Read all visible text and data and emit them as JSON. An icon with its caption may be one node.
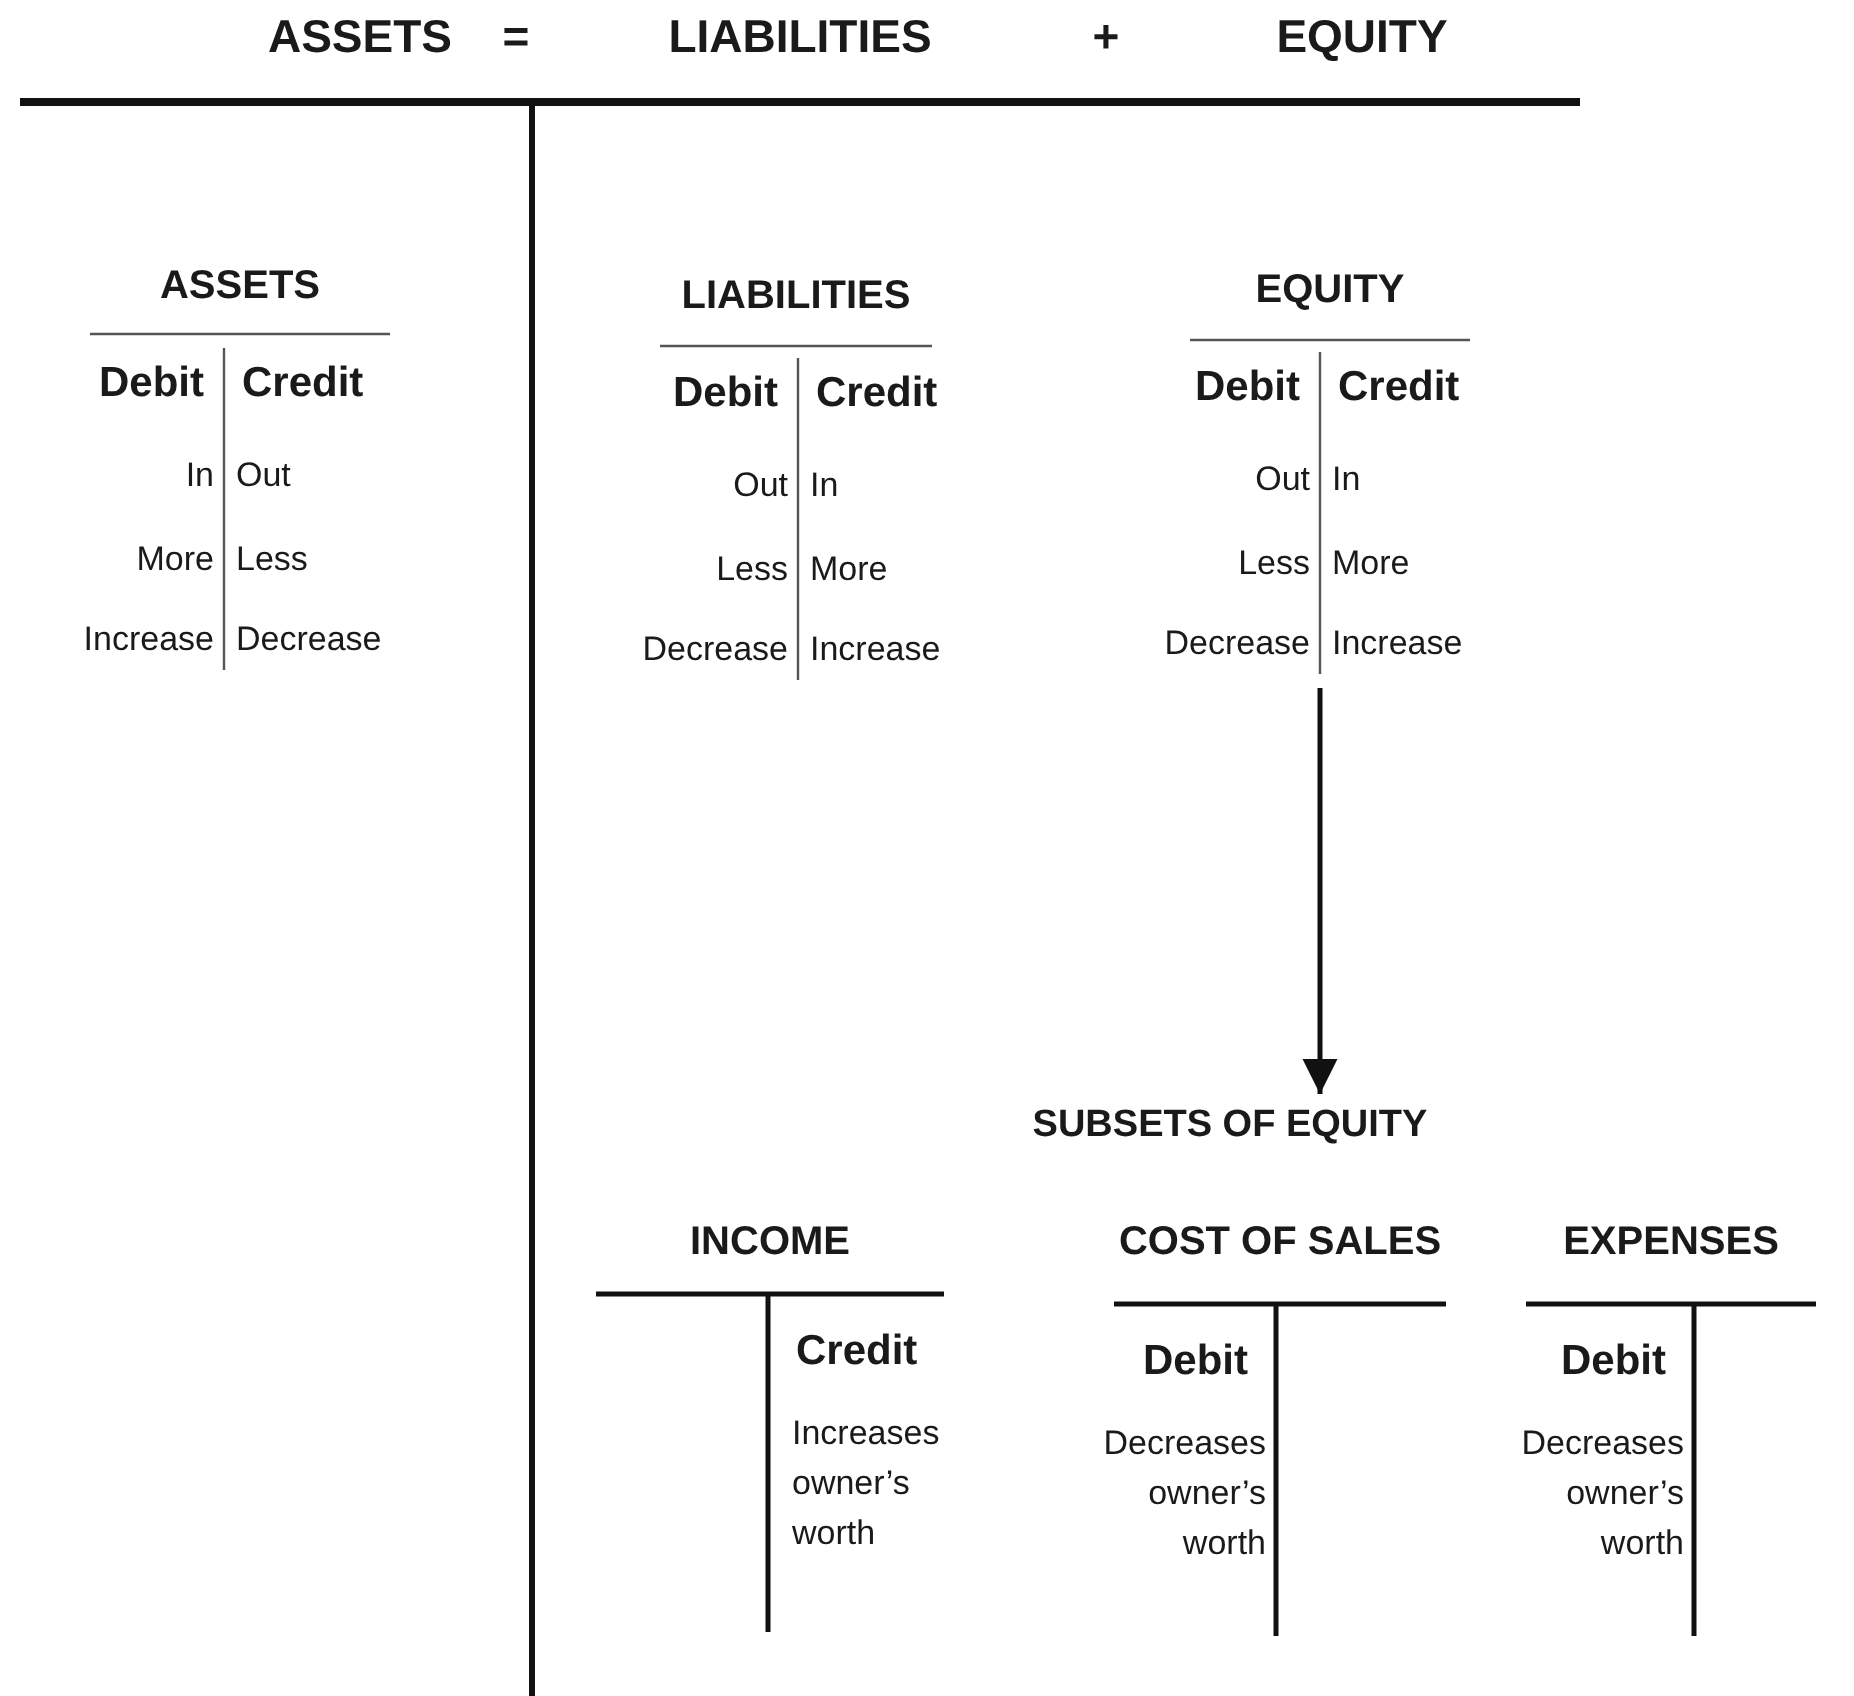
{
  "diagram": {
    "nodes": [
      {
        "text": [
          "ASSETS",
          "Debit",
          "Credit",
          "In",
          "Out",
          "More",
          "Less",
          "Increase",
          "Decrease"
        ]
      },
      {
        "text": [
          "LIABILITIES",
          "Debit",
          "Credit",
          "Out",
          "In",
          "Less",
          "More",
          "Decrease",
          "Increase"
        ]
      },
      {
        "text": [
          "EQUITY",
          "Debit",
          "Credit",
          "Out",
          "In",
          "Less",
          "More",
          "Decrease",
          "Increase"
        ]
      },
      {
        "text": [
          "SUBSETS OF EQUITY"
        ]
      },
      {
        "text": [
          "INCOME",
          "Credit",
          "Increases owner’s worth"
        ]
      },
      {
        "text": [
          "COST OF SALES",
          "Debit",
          "Decreases owner’s worth"
        ]
      },
      {
        "text": [
          "EXPENSES",
          "Debit",
          "Decreases owner’s worth"
        ]
      }
    ],
    "edges": [
      {
        "from": 2,
        "to": 3,
        "arrow": "to"
      }
    ],
    "labels": [
      "ASSETS",
      "=",
      "LIABILITIES",
      "+",
      "EQUITY"
    ]
  }
}
